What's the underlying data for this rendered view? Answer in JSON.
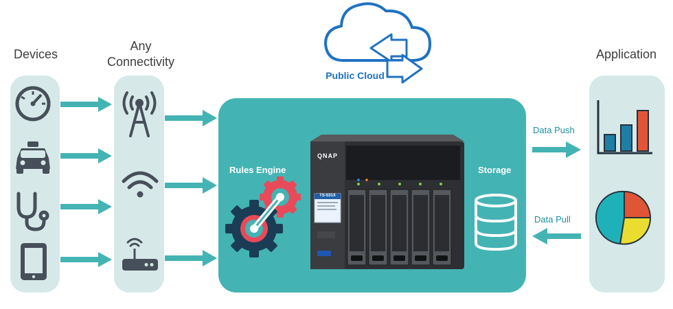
{
  "columns": {
    "devices": "Devices",
    "connectivity_line1": "Any",
    "connectivity_line2": "Connectivity",
    "application": "Application"
  },
  "cloud": {
    "label": "Public Cloud"
  },
  "hub": {
    "rules_engine": "Rules Engine",
    "storage": "Storage"
  },
  "flows": {
    "push": "Data Push",
    "pull": "Data Pull"
  },
  "nas": {
    "brand": "QNAP",
    "model": "TS-531X"
  },
  "colors": {
    "teal": "#44b3b3",
    "panel": "#d6e9e8",
    "icon": "#474f5a",
    "cloud_blue": "#1f72c2",
    "bar_red": "#e15537",
    "bar_blue": "#1f7ea6",
    "pie_yellow": "#eadd30",
    "pie_red": "#e15537",
    "pie_teal": "#1fb1ba"
  },
  "device_icons": [
    "speedometer-icon",
    "car-icon",
    "stethoscope-icon",
    "tablet-icon"
  ],
  "connectivity_icons": [
    "antenna-tower-icon",
    "wifi-icon",
    "router-icon"
  ]
}
